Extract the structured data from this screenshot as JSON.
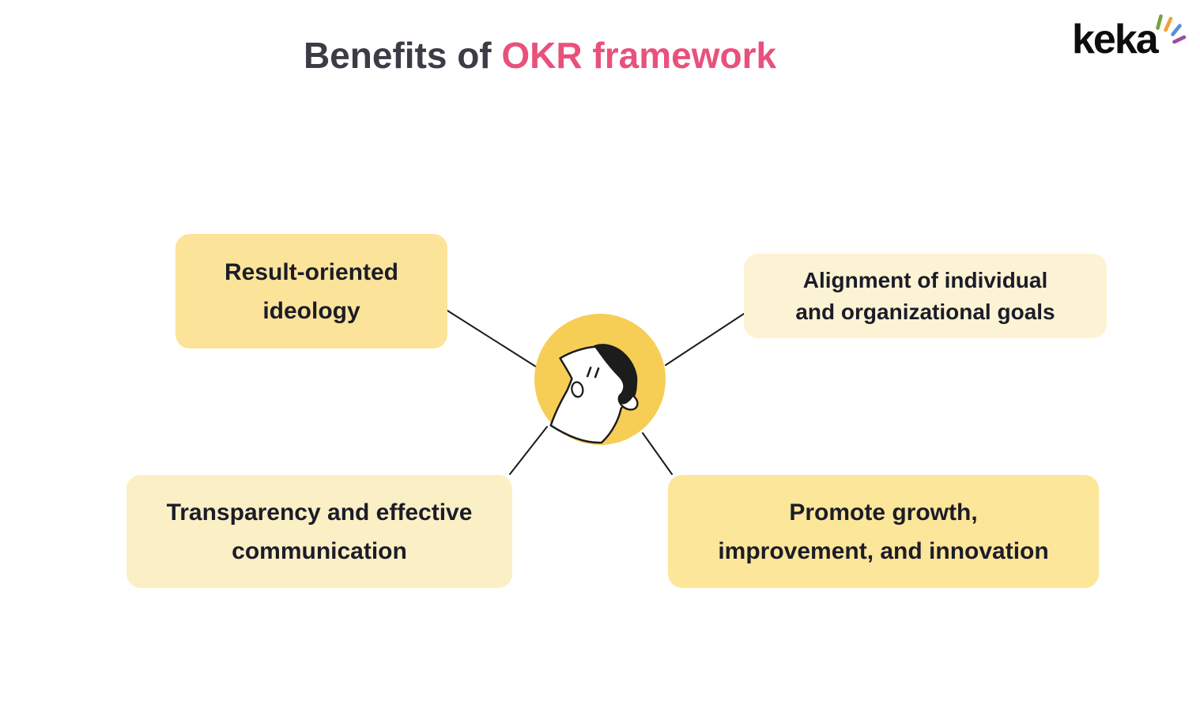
{
  "title": {
    "prefix": "Benefits of ",
    "highlight": "OKR framework"
  },
  "logo": {
    "text": "keka",
    "sparks_icon": "four-color-spark-strokes",
    "spark_colors": [
      "#76a240",
      "#f0a33a",
      "#5b8fd4",
      "#9e4c9e"
    ]
  },
  "benefits": [
    {
      "line1": "Result-oriented",
      "line2": "ideology"
    },
    {
      "line1": "Alignment of individual",
      "line2": "and organizational goals"
    },
    {
      "line1": "Transparency and effective",
      "line2": "communication"
    },
    {
      "line1": "Promote growth,",
      "line2": "improvement, and innovation"
    }
  ],
  "illustration": {
    "name": "person-looking-up-in-yellow-circle"
  },
  "colors": {
    "accent_pink": "#e8517b",
    "title_dark": "#3c3c46",
    "text_dark": "#1c1c28",
    "card_yellow_strong_1": "#fbe499",
    "card_yellow_light_2": "#fcf3d4",
    "card_yellow_light_3": "#fbefc5",
    "card_yellow_strong_4": "#fce699",
    "circle_yellow": "#f6ce55",
    "line_black": "#1a1a1a"
  }
}
